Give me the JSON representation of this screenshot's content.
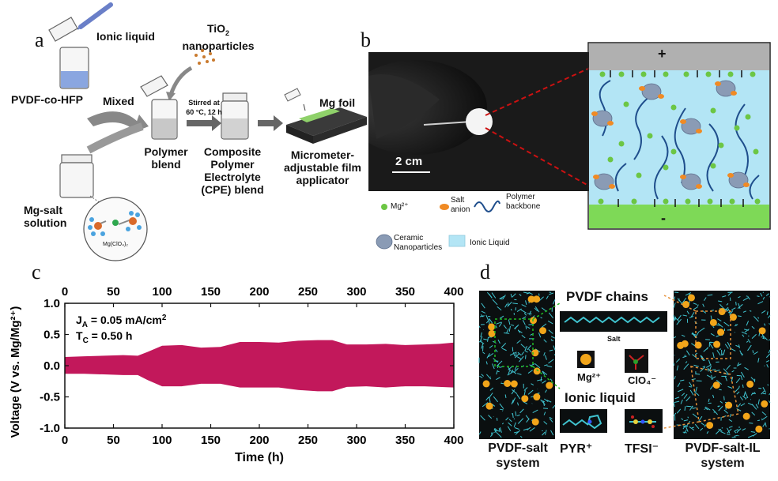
{
  "panels": {
    "a": {
      "letter": "a",
      "ionic_liquid": "Ionic liquid",
      "tio2": "TiO",
      "tio2_sub": "2",
      "tio2_line2": "nanoparticles",
      "pvdf": "PVDF-co-HFP",
      "mixed": "Mixed",
      "stirred_1": "Stirred at",
      "stirred_2": "60 °C, 12 h",
      "polymer_blend_1": "Polymer",
      "polymer_blend_2": "blend",
      "cpe_1": "Composite",
      "cpe_2": "Polymer",
      "cpe_3": "Electrolyte",
      "cpe_4": "(CPE) blend",
      "mg_foil": "Mg foil",
      "applicator_1": "Micrometer-",
      "applicator_2": "adjustable film",
      "applicator_3": "applicator",
      "mgsalt_1": "Mg-salt",
      "mgsalt_2": "solution",
      "mgclo4": "Mg(ClO₄)₂"
    },
    "b": {
      "letter": "b",
      "scale": "2 cm",
      "plus": "+",
      "minus": "-",
      "legend_mg": "Mg²⁺",
      "legend_salt_1": "Salt",
      "legend_salt_2": "anion",
      "legend_poly_1": "Polymer",
      "legend_poly_2": "backbone",
      "legend_ceramic_1": "Ceramic",
      "legend_ceramic_2": "Nanoparticles",
      "legend_il": "Ionic Liquid"
    },
    "c": {
      "letter": "c"
    },
    "d": {
      "letter": "d",
      "pvdf_chains": "PVDF chains",
      "salt": "Salt",
      "mg": "Mg²⁺",
      "clo4": "ClO₄⁻",
      "ionic_liquid": "Ionic liquid",
      "pyr": "PYR⁺",
      "tfsi": "TFSI⁻",
      "pvdf_salt_1": "PVDF-salt",
      "pvdf_salt_2": "system",
      "pvdf_salt_il_1": "PVDF-salt-IL",
      "pvdf_salt_il_2": "system"
    }
  },
  "colors": {
    "band": "#c2185b",
    "ionic_liquid": "#b3e5f5",
    "electrode_top": "#b0b0b0",
    "electrode_bottom": "#7ed957",
    "mg_ion": "#6cc644",
    "salt_anion": "#f08a24",
    "polymer": "#1f4e8c",
    "sim_bg": "#0b0f10",
    "sim_chain": "#40c4d0",
    "sim_mg": "#f2a51a",
    "dashed_green": "#22bb22",
    "dashed_orange": "#e69138"
  },
  "chart_data": {
    "type": "area",
    "xlabel": "Time (h)",
    "ylabel": "Voltage (V vs. Mg/Mg²⁺)",
    "xlim": [
      0,
      400
    ],
    "ylim": [
      -1.0,
      1.0
    ],
    "x_ticks": [
      "0",
      "50",
      "100",
      "150",
      "200",
      "250",
      "300",
      "350",
      "400"
    ],
    "y_ticks": [
      "1.0",
      "0.5",
      "0.0",
      "-0.5",
      "-1.0"
    ],
    "annotation_1": "J",
    "annotation_1_sub": "A",
    "annotation_1_rest": " = 0.05 mA/cm",
    "annotation_1_sup": "2",
    "annotation_2": "T",
    "annotation_2_sub": "C",
    "annotation_2_rest": " = 0.50 h",
    "series": [
      {
        "x": [
          0,
          20,
          40,
          60,
          75,
          85,
          100,
          120,
          140,
          160,
          180,
          200,
          220,
          240,
          260,
          275,
          290,
          310,
          330,
          350,
          370,
          385,
          400
        ],
        "upper": [
          0.14,
          0.15,
          0.16,
          0.17,
          0.16,
          0.22,
          0.32,
          0.33,
          0.29,
          0.3,
          0.38,
          0.38,
          0.37,
          0.4,
          0.41,
          0.41,
          0.34,
          0.34,
          0.35,
          0.33,
          0.34,
          0.35,
          0.37
        ],
        "lower": [
          -0.13,
          -0.13,
          -0.14,
          -0.15,
          -0.15,
          -0.23,
          -0.33,
          -0.33,
          -0.29,
          -0.29,
          -0.35,
          -0.35,
          -0.35,
          -0.39,
          -0.41,
          -0.41,
          -0.34,
          -0.33,
          -0.35,
          -0.33,
          -0.33,
          -0.34,
          -0.35
        ]
      }
    ]
  }
}
